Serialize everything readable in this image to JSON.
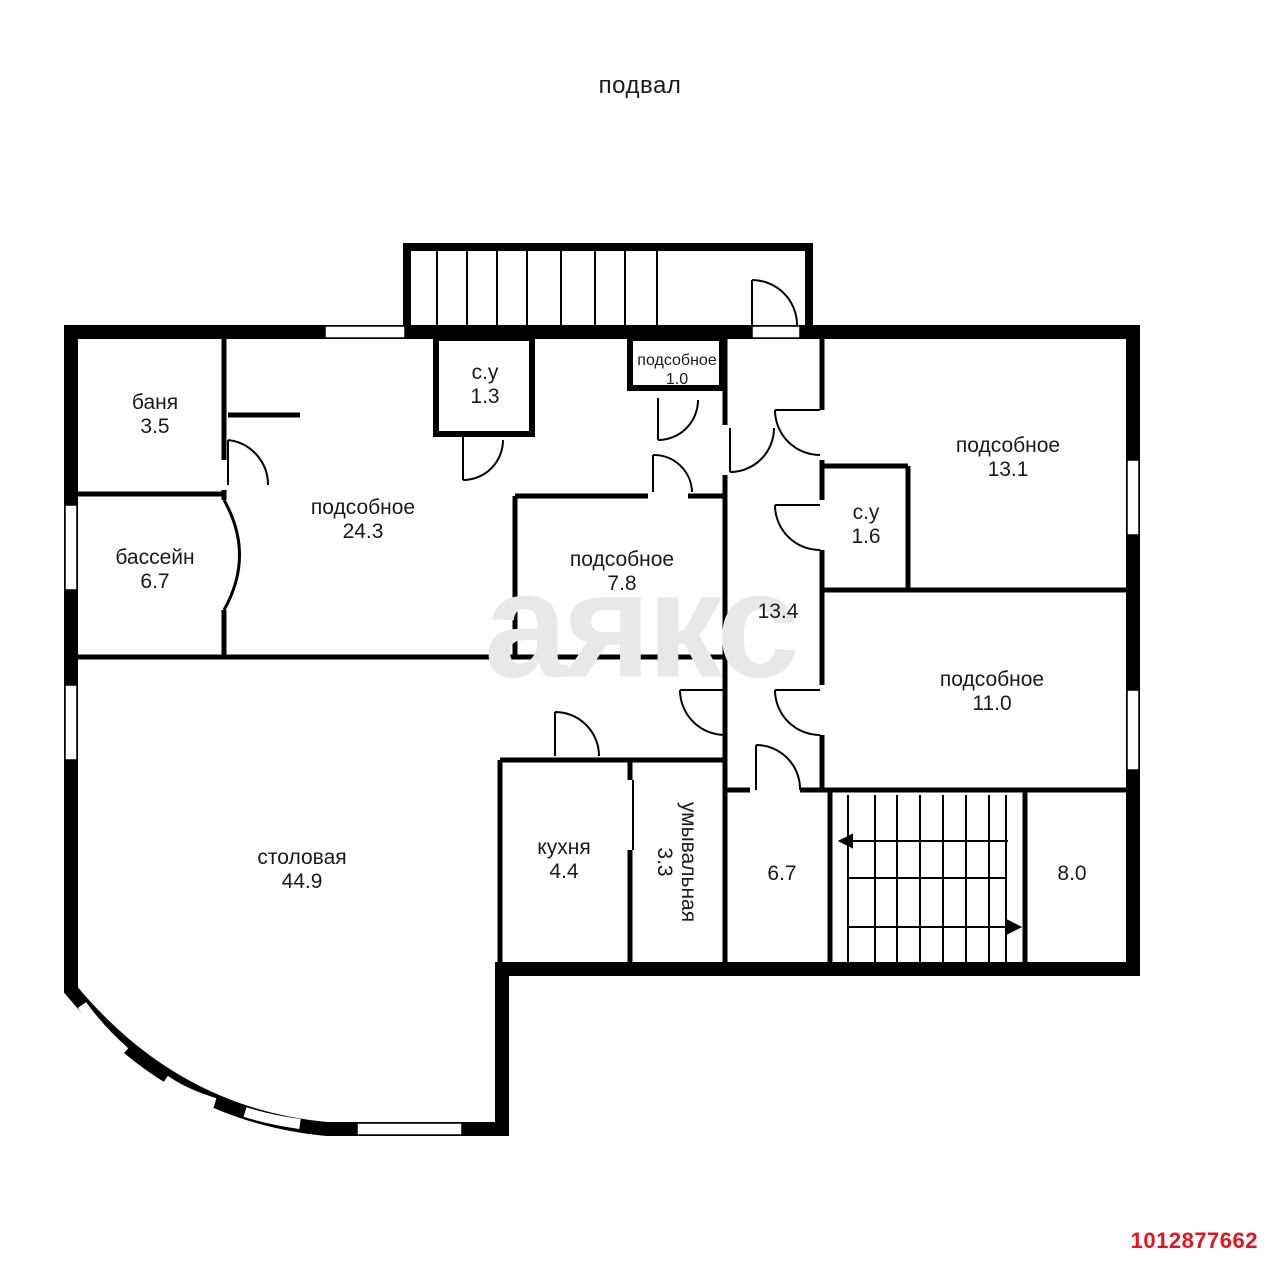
{
  "title": "подвал",
  "listing_id": "1012877662",
  "watermark": "аякс",
  "rooms": [
    {
      "key": "banya",
      "name": "баня",
      "area": "3.5"
    },
    {
      "key": "pool",
      "name": "бассейн",
      "area": "6.7"
    },
    {
      "key": "utility_24",
      "name": "подсобное",
      "area": "24.3"
    },
    {
      "key": "wc_1",
      "name": "с.у",
      "area": "1.3"
    },
    {
      "key": "utility_1",
      "name": "подсобное",
      "area": "1.0"
    },
    {
      "key": "utility_7",
      "name": "подсобное",
      "area": "7.8"
    },
    {
      "key": "hall",
      "name": "",
      "area": "13.4"
    },
    {
      "key": "utility_13",
      "name": "подсобное",
      "area": "13.1"
    },
    {
      "key": "wc_2",
      "name": "с.у",
      "area": "1.6"
    },
    {
      "key": "utility_11",
      "name": "подсобное",
      "area": "11.0"
    },
    {
      "key": "dining",
      "name": "столовая",
      "area": "44.9"
    },
    {
      "key": "kitchen",
      "name": "кухня",
      "area": "4.4"
    },
    {
      "key": "washroom",
      "name": "умывальная",
      "area": "3.3"
    },
    {
      "key": "room_6",
      "name": "",
      "area": "6.7"
    },
    {
      "key": "room_8",
      "name": "",
      "area": "8.0"
    }
  ],
  "colors": {
    "wall": "#000000",
    "line": "#000000",
    "window": "#ffffff",
    "badge": "#e3141b",
    "watermark": "#e8e8e8"
  }
}
